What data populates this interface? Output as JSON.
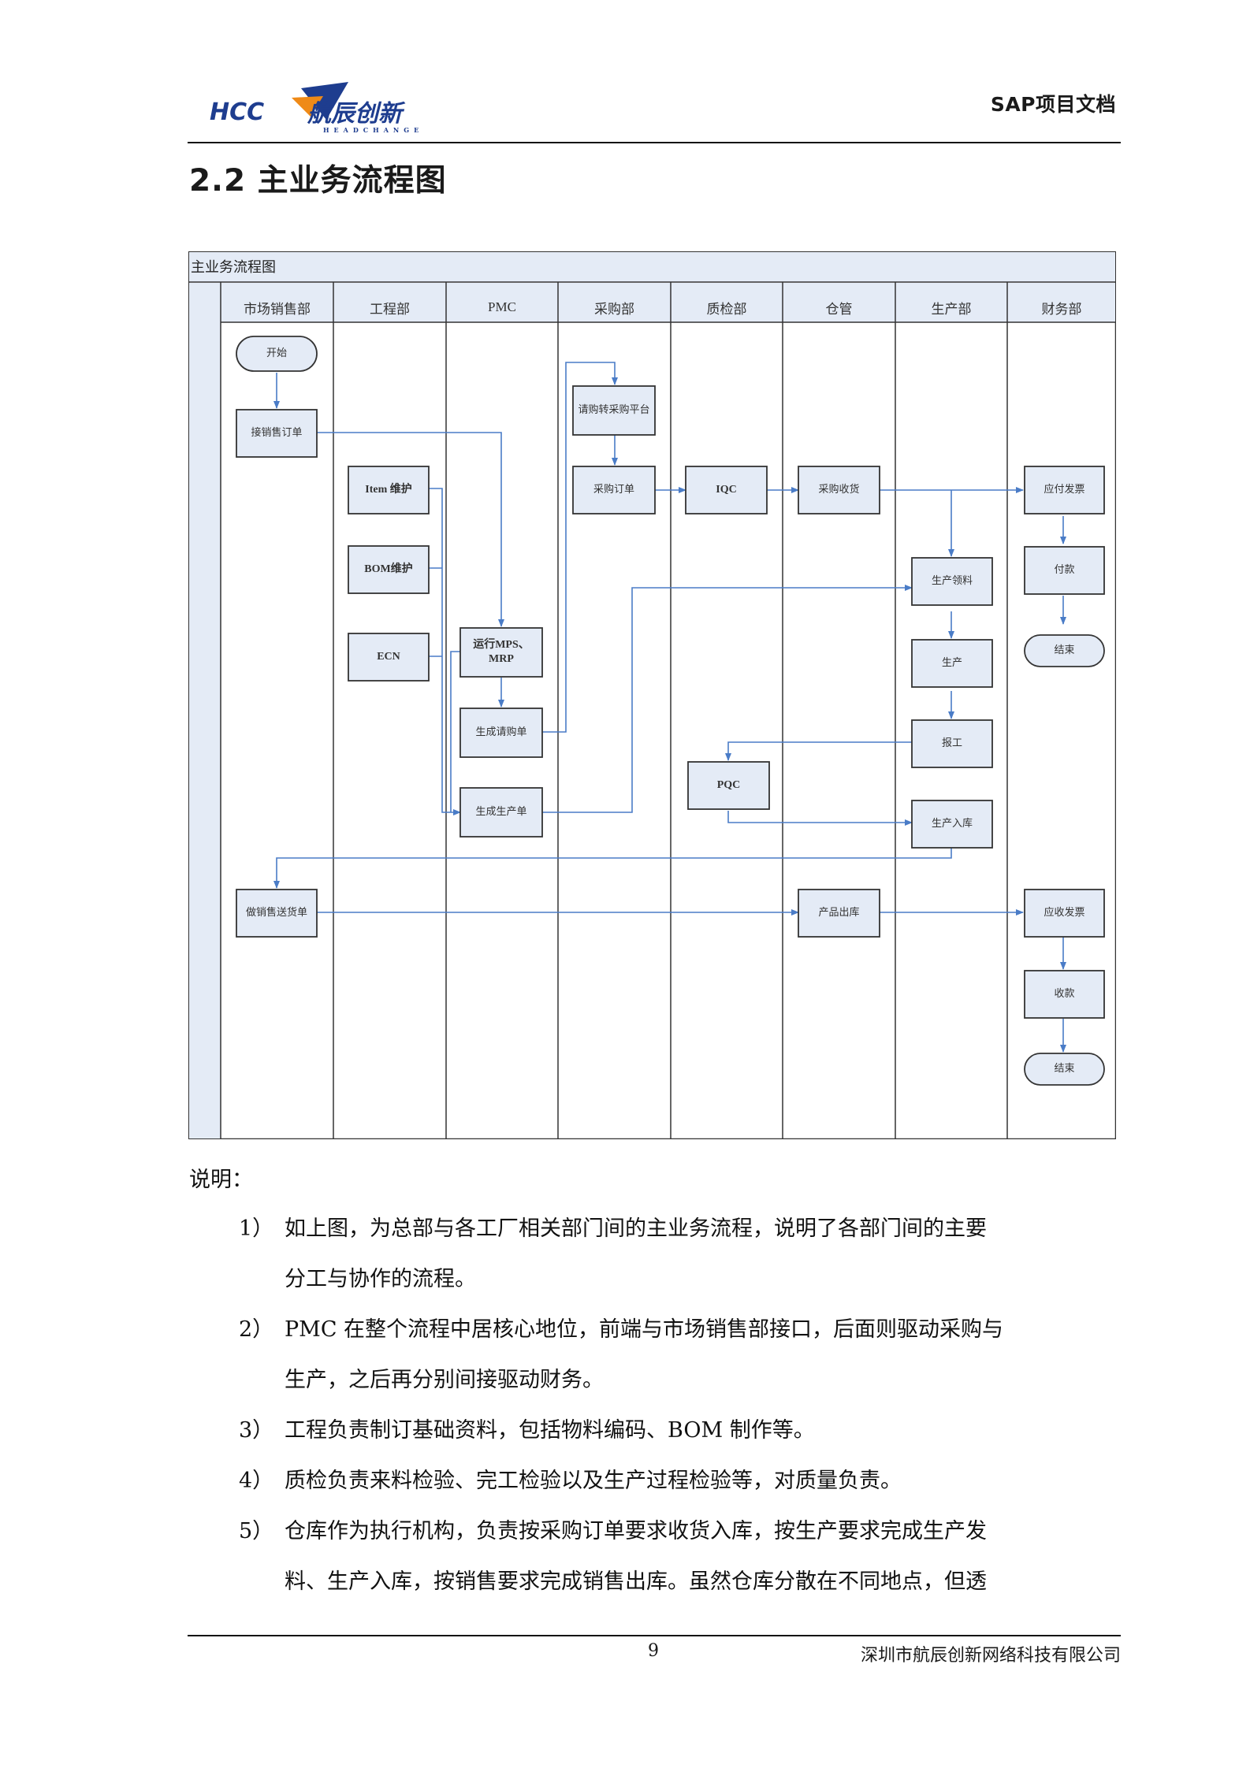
{
  "header": {
    "logo_text_latin": "HCC",
    "logo_text_cn": "航辰创新",
    "logo_subtext": "HEADCHANGE",
    "doc_label": "SAP项目文档"
  },
  "section": {
    "title": "2.2 主业务流程图"
  },
  "diagram": {
    "title": "主业务流程图",
    "lanes": [
      "市场销售部",
      "工程部",
      "PMC",
      "采购部",
      "质检部",
      "仓管",
      "生产部",
      "财务部"
    ],
    "nodes": {
      "start": "开始",
      "sales_order": "接销售订单",
      "item_maint": "Item 维护",
      "bom_maint": "BOM维护",
      "ecn": "ECN",
      "run_mps": "运行MPS、MRP",
      "gen_pr": "生成请购单",
      "gen_mo": "生成生产单",
      "pr_to_po": "请购转采购平台",
      "po": "采购订单",
      "iqc": "IQC",
      "po_receipt": "采购收货",
      "ap_invoice": "应付发票",
      "payment": "付款",
      "end1": "结束",
      "issue_material": "生产领料",
      "production": "生产",
      "report_work": "报工",
      "pqc": "PQC",
      "prod_receipt": "生产入库",
      "delivery_note": "做销售送货单",
      "product_out": "产品出库",
      "ar_invoice": "应收发票",
      "collection": "收款",
      "end2": "结束"
    },
    "colors": {
      "lane_header_bg": "#e4ebf6",
      "node_fill": "#e4ebf6",
      "connector": "#4a7cc7",
      "border": "#333333"
    }
  },
  "notes": {
    "label": "说明：",
    "items": [
      {
        "num": "1）",
        "lines": [
          "如上图，为总部与各工厂相关部门间的主业务流程，说明了各部门间的主要",
          "分工与协作的流程。"
        ]
      },
      {
        "num": "2）",
        "lines": [
          "PMC 在整个流程中居核心地位，前端与市场销售部接口，后面则驱动采购与",
          "生产，之后再分别间接驱动财务。"
        ]
      },
      {
        "num": "3）",
        "lines": [
          "工程负责制订基础资料，包括物料编码、BOM 制作等。"
        ]
      },
      {
        "num": "4）",
        "lines": [
          "质检负责来料检验、完工检验以及生产过程检验等，对质量负责。"
        ]
      },
      {
        "num": "5）",
        "lines": [
          "仓库作为执行机构，负责按采购订单要求收货入库，按生产要求完成生产发",
          "料、生产入库，按销售要求完成销售出库。虽然仓库分散在不同地点，但透"
        ]
      }
    ]
  },
  "footer": {
    "page_number": "9",
    "company": "深圳市航辰创新网络科技有限公司"
  }
}
